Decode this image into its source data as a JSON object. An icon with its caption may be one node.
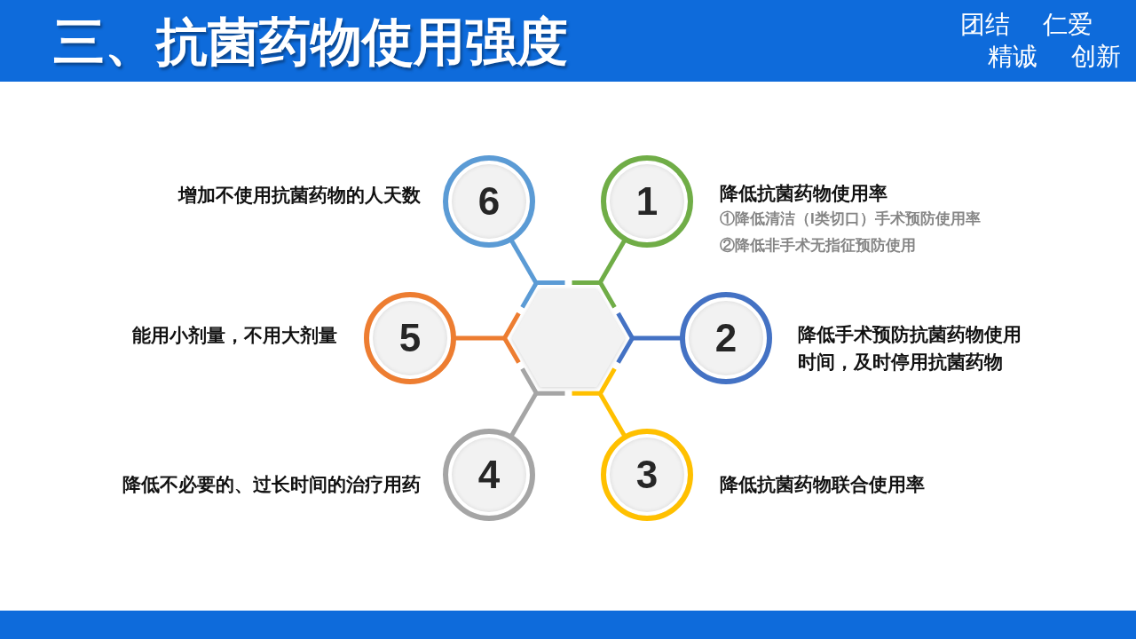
{
  "diagram": {
    "title": "三、抗菌药物使用强度",
    "nodes": [
      {
        "text": [
          "1"
        ],
        "beside": [
          "降低抗菌药物使用率",
          "①降低清洁（I类切口）手术预防使用率",
          "②降低非手术无指征预防使用"
        ]
      },
      {
        "text": [
          "2"
        ],
        "beside": [
          "降低手术预防抗菌药物使用时间，及时停用抗菌药物"
        ]
      },
      {
        "text": [
          "3"
        ],
        "beside": [
          "降低抗菌药物联合使用率"
        ]
      },
      {
        "text": [
          "4"
        ],
        "beside": [
          "降低不必要的、过长时间的治疗用药"
        ]
      },
      {
        "text": [
          "5"
        ],
        "beside": [
          "能用小剂量，不用大剂量"
        ]
      },
      {
        "text": [
          "6"
        ],
        "beside": [
          "增加不使用抗菌药物的人天数"
        ]
      },
      {
        "text": [],
        "shape": "hexagon"
      }
    ],
    "edges": [
      {
        "from": 6,
        "to": 0,
        "arrow": "none",
        "color": "#70ad47"
      },
      {
        "from": 6,
        "to": 1,
        "arrow": "none",
        "color": "#4472c4"
      },
      {
        "from": 6,
        "to": 2,
        "arrow": "none",
        "color": "#ffc000"
      },
      {
        "from": 6,
        "to": 3,
        "arrow": "none",
        "color": "#a5a5a5"
      },
      {
        "from": 6,
        "to": 4,
        "arrow": "none",
        "color": "#ed7d31"
      },
      {
        "from": 6,
        "to": 5,
        "arrow": "none",
        "color": "#5b9bd5"
      }
    ],
    "labels": [
      "团结",
      "仁爱",
      "精诚",
      "创新"
    ]
  }
}
